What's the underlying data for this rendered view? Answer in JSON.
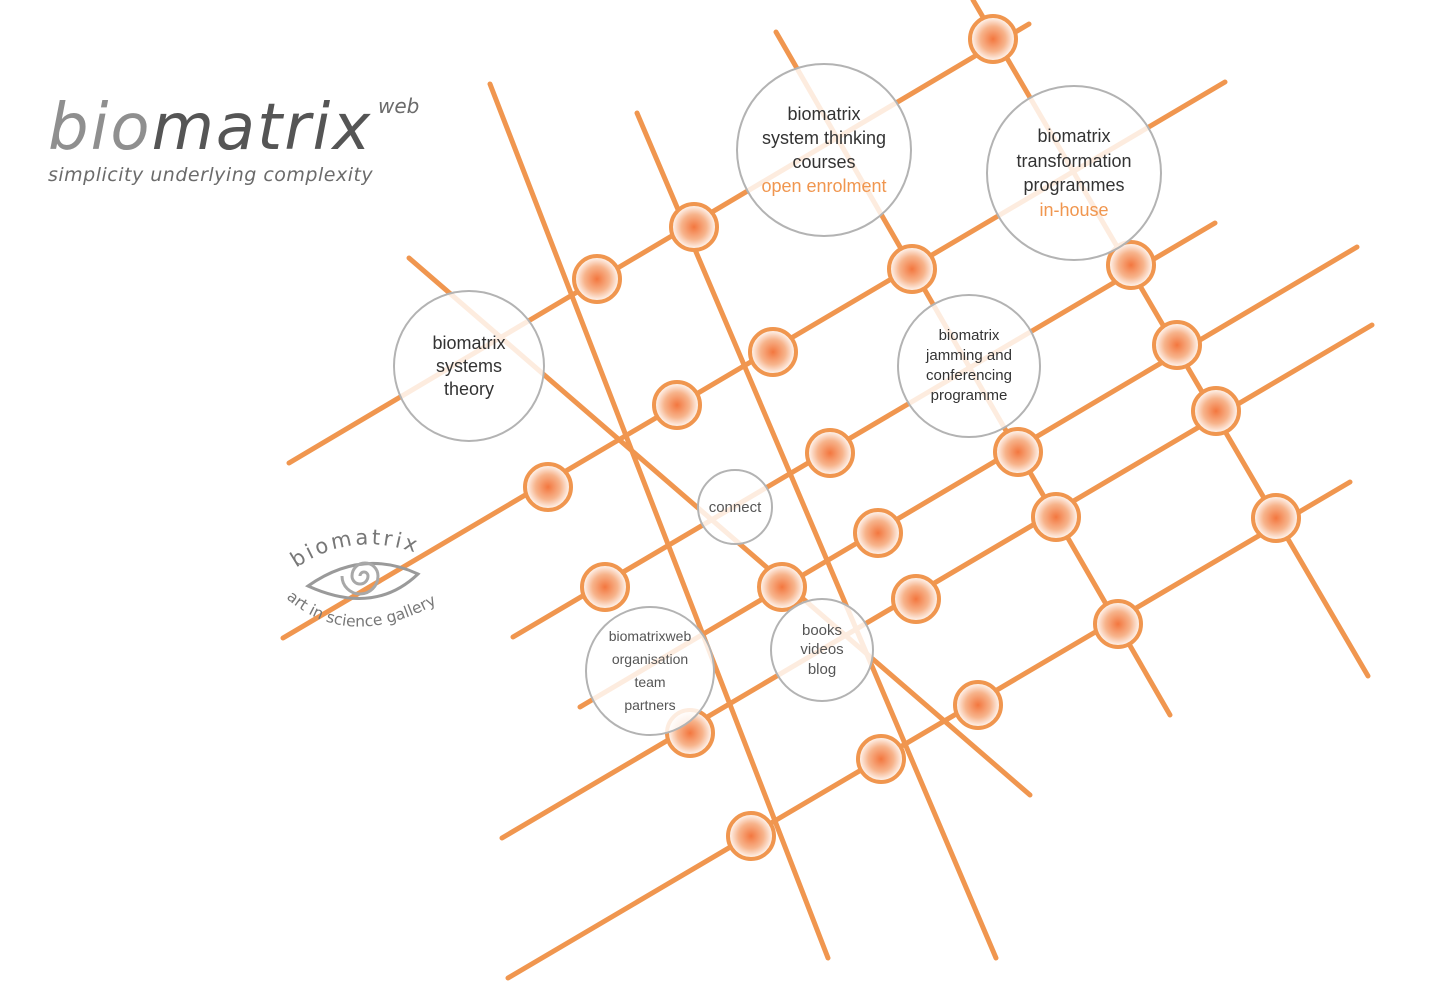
{
  "logo": {
    "word_light": "bio",
    "word_dark": "matrix",
    "superscript": "web",
    "tagline": "simplicity underlying complexity"
  },
  "bubbles": {
    "courses": {
      "lines": [
        "biomatrix",
        "system thinking",
        "courses"
      ],
      "accent": "open enrolment"
    },
    "transformation": {
      "lines": [
        "biomatrix",
        "transformation",
        "programmes"
      ],
      "accent": "in-house"
    },
    "theory": {
      "lines": [
        "biomatrix",
        "systems",
        "theory"
      ]
    },
    "jamming": {
      "lines": [
        "biomatrix",
        "jamming and",
        "conferencing",
        "programme"
      ]
    },
    "connect": {
      "label": "connect"
    },
    "organisation": {
      "lines": [
        "biomatrixweb",
        "organisation",
        "team",
        "partners"
      ]
    },
    "media": {
      "lines": [
        "books",
        "videos",
        "blog"
      ]
    }
  },
  "gallery": {
    "title": "biomatrix",
    "subtitle": "art in science gallery"
  },
  "colors": {
    "line": "#f0964f",
    "node_center": "#f3773f",
    "bubble_border": "#b3b3b3",
    "text": "#333333"
  }
}
